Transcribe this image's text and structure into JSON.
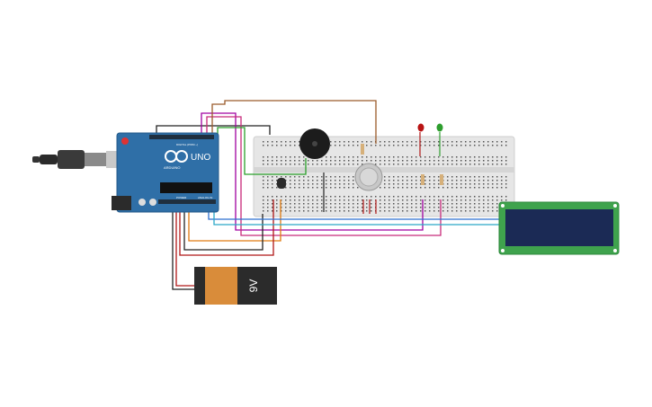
{
  "colors": {
    "arduino_board": "#2f6fa7",
    "breadboard": "#e6e6e6",
    "lcd_board": "#3fa34d",
    "lcd_screen": "#1b2a55",
    "battery_body": "#2b2b2b",
    "battery_cap": "#d98c3a",
    "wire_black": "#222222",
    "wire_red": "#b01717",
    "wire_purple": "#a000a0",
    "wire_pink": "#c82a7a",
    "wire_brown": "#9a5a2a",
    "wire_green": "#2aa02a",
    "wire_orange": "#e07a10",
    "wire_blue": "#2c6fd0",
    "wire_cyan": "#2aa7c8",
    "led_red": "#b91414",
    "led_green": "#2e9e2e"
  },
  "arduino": {
    "brand_text": "UNO",
    "logo_text": "ARDUINO",
    "digital_label": "DIGITAL (PWM ~)",
    "power_label": "POWER",
    "analog_label": "ANALOG IN"
  },
  "battery": {
    "label": "9V"
  },
  "icons": [
    "usb-plug-icon",
    "buzzer-icon",
    "gas-sensor-icon",
    "led-icon",
    "resistor-icon",
    "temperature-sensor-icon",
    "potentiometer-icon"
  ]
}
